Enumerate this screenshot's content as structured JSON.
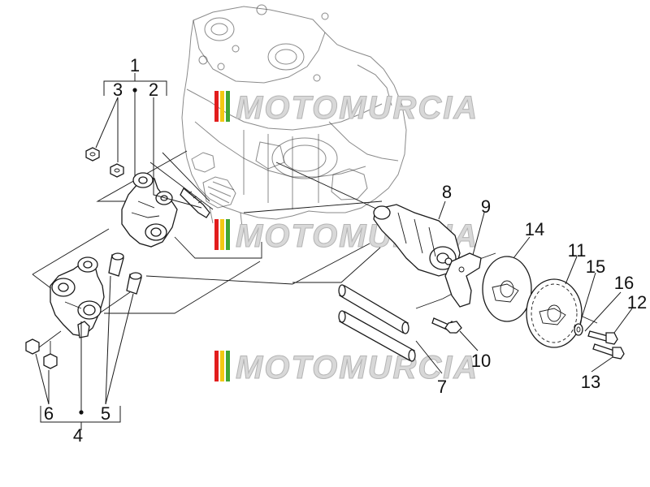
{
  "watermark": {
    "text": "MOTOMURCIA",
    "colors": {
      "stripe_red": "#e21d1d",
      "stripe_yellow": "#f2c814",
      "stripe_green": "#3fa535",
      "text_fill": "#d8d8d8",
      "text_stroke": "#b5b5b5"
    }
  },
  "callouts": {
    "c1": "1",
    "c2": "2",
    "c3": "3",
    "c4": "4",
    "c5": "5",
    "c6": "6",
    "c7": "7",
    "c8": "8",
    "c9": "9",
    "c10": "10",
    "c11": "11",
    "c12": "12",
    "c13": "13",
    "c14": "14",
    "c15": "15",
    "c16": "16"
  },
  "parts_depicted": [
    "cylinder-head",
    "rocker-arm-upper",
    "rocker-arm-lower",
    "nut",
    "adjuster-screw",
    "rocker-shaft",
    "camshaft",
    "retaining-plate",
    "bolt",
    "cam-disc",
    "sprocket",
    "washer",
    "sprocket-bolt"
  ]
}
